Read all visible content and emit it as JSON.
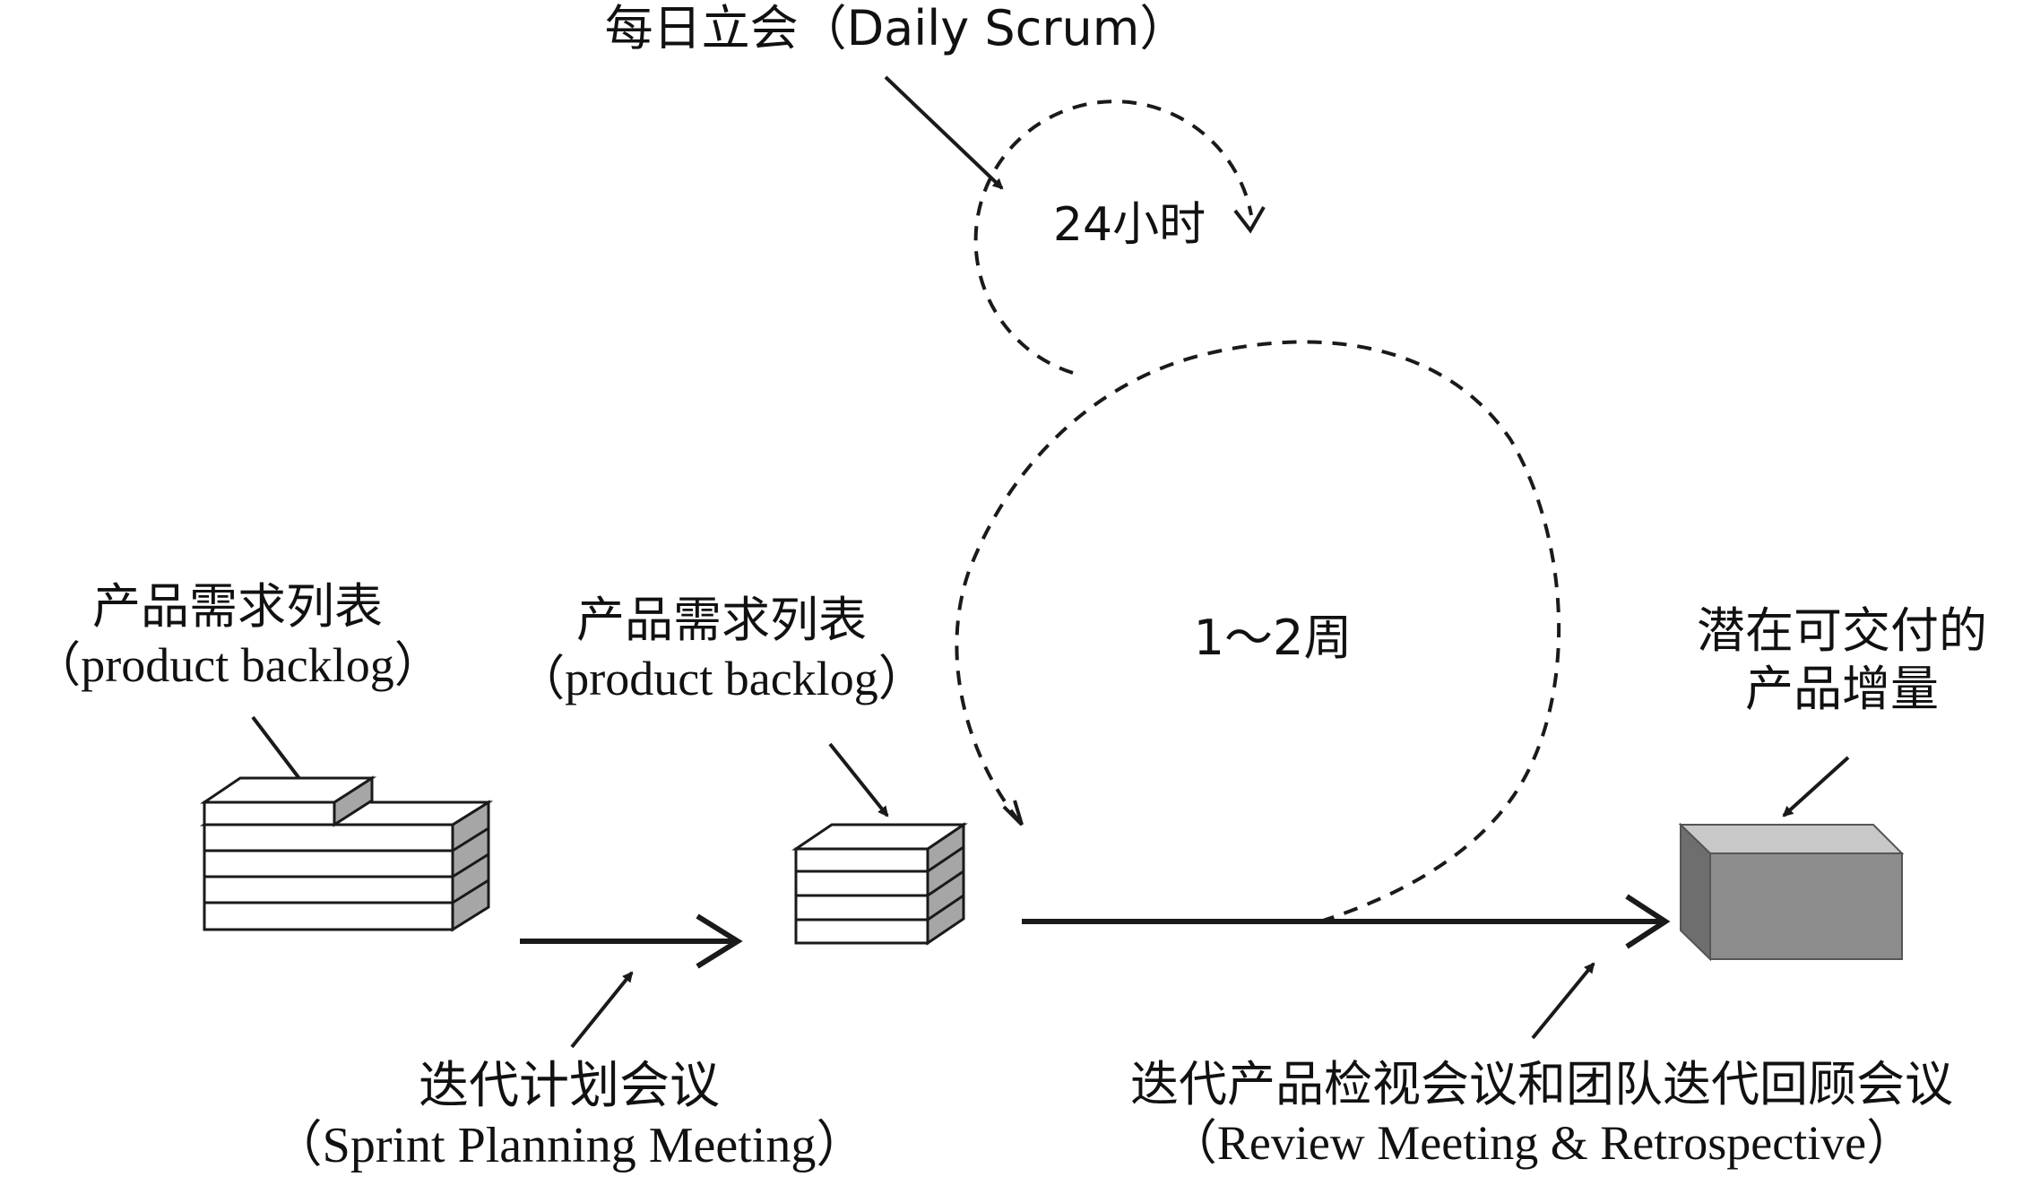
{
  "daily_scrum": "每日立会（Daily Scrum）",
  "hours_24": "24小时",
  "weeks": "1～2周",
  "product_backlog_left": {
    "zh": "产品需求列表",
    "en": "（product backlog）"
  },
  "product_backlog_mid": {
    "zh": "产品需求列表",
    "en": "（product backlog）"
  },
  "increment": {
    "line1": "潜在可交付的",
    "line2": "产品增量"
  },
  "sprint_planning": {
    "zh": "迭代计划会议",
    "en": "（Sprint Planning Meeting）"
  },
  "review": {
    "zh": "迭代产品检视会议和团队迭代回顾会议",
    "en": "（Review Meeting & Retrospective）"
  },
  "colors": {
    "line": "#1a1a1a",
    "box_side": "#a6a6a6",
    "increment_front": "#8c8c8c",
    "increment_top": "#c8c8c8",
    "increment_side": "#6e6e6e"
  }
}
